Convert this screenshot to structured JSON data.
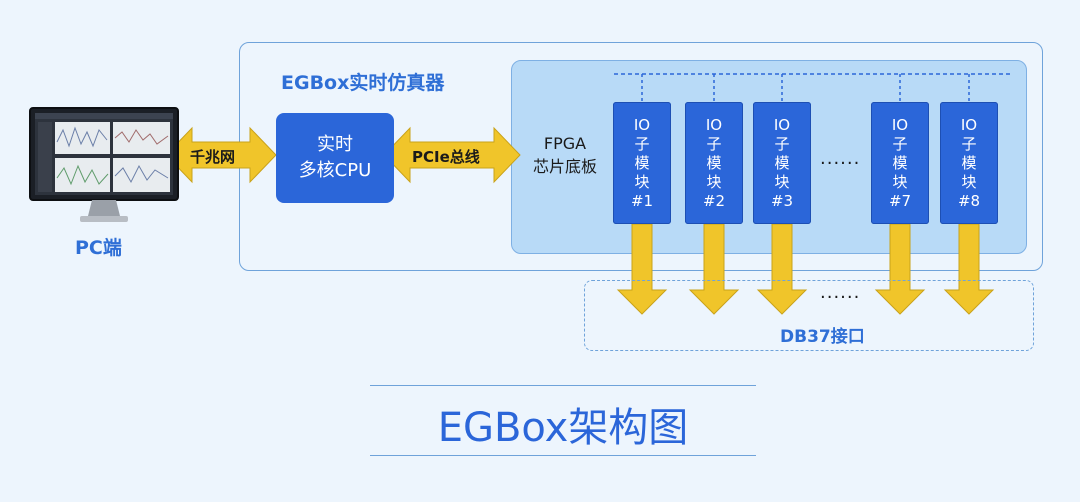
{
  "diagram": {
    "box_title": "EGBox实时仿真器",
    "cpu_lines": [
      "实时",
      "多核CPU"
    ],
    "fpga_lines": [
      "FPGA",
      "芯片底板"
    ],
    "link_pc": "千兆网",
    "link_pcie": "PCIe总线",
    "pc_label": "PC端",
    "io_modules": [
      {
        "line1": "IO",
        "line2": "子",
        "line3": "模",
        "line4": "块",
        "num": "#1"
      },
      {
        "line1": "IO",
        "line2": "子",
        "line3": "模",
        "line4": "块",
        "num": "#2"
      },
      {
        "line1": "IO",
        "line2": "子",
        "line3": "模",
        "line4": "块",
        "num": "#3"
      },
      {
        "line1": "IO",
        "line2": "子",
        "line3": "模",
        "line4": "块",
        "num": "#7"
      },
      {
        "line1": "IO",
        "line2": "子",
        "line3": "模",
        "line4": "块",
        "num": "#8"
      }
    ],
    "ellipsis": "......",
    "db_label": "DB37接口",
    "main_title": "EGBox架构图",
    "colors": {
      "accent": "#2b66d9",
      "arrow": "#f0c52a",
      "board": "#b8daf7",
      "background": "#edf5fd"
    }
  }
}
